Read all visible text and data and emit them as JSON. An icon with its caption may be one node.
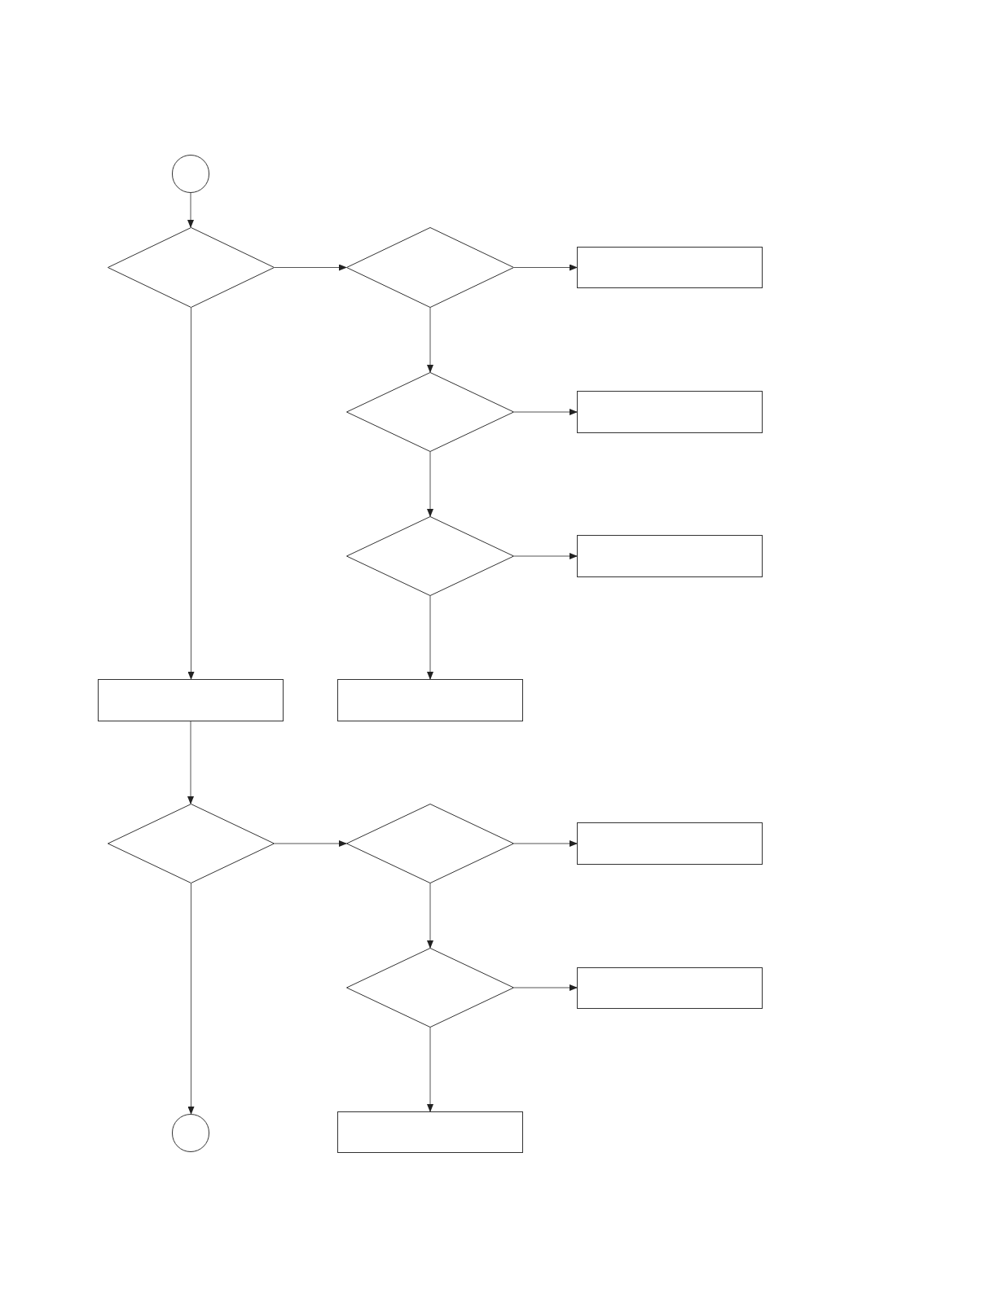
{
  "diagram": {
    "nodes": [
      {
        "text": [],
        "shape": "circle"
      },
      {
        "text": [],
        "shape": "diamond"
      },
      {
        "text": [],
        "shape": "diamond"
      },
      {
        "text": [],
        "shape": "box"
      },
      {
        "text": [],
        "shape": "diamond"
      },
      {
        "text": [],
        "shape": "box"
      },
      {
        "text": [],
        "shape": "diamond"
      },
      {
        "text": [],
        "shape": "box"
      },
      {
        "text": [],
        "shape": "box"
      },
      {
        "text": [],
        "shape": "box"
      },
      {
        "text": [],
        "shape": "diamond"
      },
      {
        "text": [],
        "shape": "diamond"
      },
      {
        "text": [],
        "shape": "box"
      },
      {
        "text": [],
        "shape": "diamond"
      },
      {
        "text": [],
        "shape": "box"
      },
      {
        "text": [],
        "shape": "circle"
      },
      {
        "text": [],
        "shape": "box"
      }
    ],
    "edges": [
      {
        "from": 0,
        "to": 1,
        "arrow": "to"
      },
      {
        "from": 1,
        "to": 2,
        "arrow": "to"
      },
      {
        "from": 2,
        "to": 3,
        "arrow": "to"
      },
      {
        "from": 2,
        "to": 4,
        "arrow": "to"
      },
      {
        "from": 4,
        "to": 5,
        "arrow": "to"
      },
      {
        "from": 4,
        "to": 6,
        "arrow": "to"
      },
      {
        "from": 6,
        "to": 7,
        "arrow": "to"
      },
      {
        "from": 6,
        "to": 9,
        "arrow": "to"
      },
      {
        "from": 1,
        "to": 8,
        "arrow": "to"
      },
      {
        "from": 8,
        "to": 10,
        "arrow": "to"
      },
      {
        "from": 10,
        "to": 11,
        "arrow": "to"
      },
      {
        "from": 11,
        "to": 12,
        "arrow": "to"
      },
      {
        "from": 11,
        "to": 13,
        "arrow": "to"
      },
      {
        "from": 13,
        "to": 14,
        "arrow": "to"
      },
      {
        "from": 13,
        "to": 16,
        "arrow": "to"
      },
      {
        "from": 10,
        "to": 15,
        "arrow": "to"
      }
    ]
  }
}
